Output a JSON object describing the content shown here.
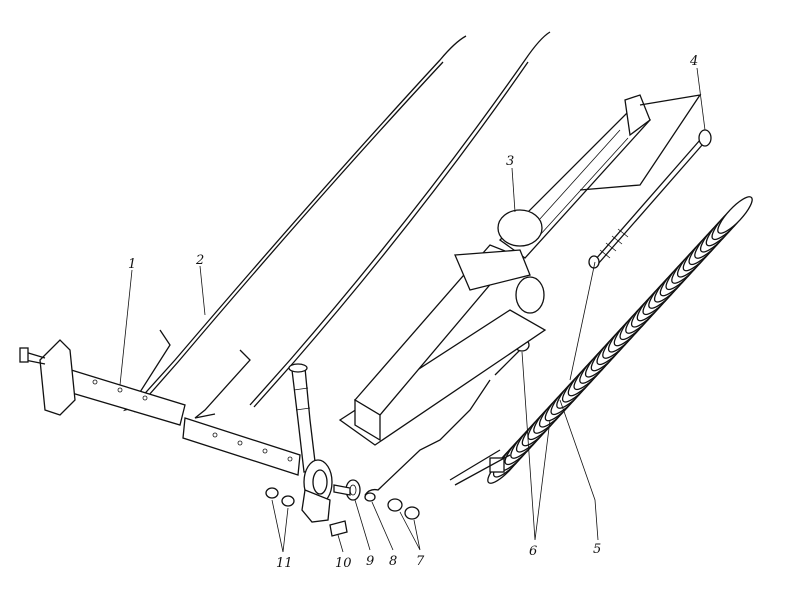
{
  "figure": {
    "type": "exploded-view technical drawing",
    "callouts": [
      {
        "id": "1",
        "label": "1"
      },
      {
        "id": "2",
        "label": "2"
      },
      {
        "id": "3",
        "label": "3"
      },
      {
        "id": "4",
        "label": "4"
      },
      {
        "id": "5",
        "label": "5"
      },
      {
        "id": "6",
        "label": "6"
      },
      {
        "id": "7",
        "label": "7"
      },
      {
        "id": "8",
        "label": "8"
      },
      {
        "id": "9",
        "label": "9"
      },
      {
        "id": "10",
        "label": "10"
      },
      {
        "id": "11",
        "label": "11"
      }
    ]
  },
  "colors": {
    "ink": "#111111",
    "paper": "#ffffff"
  }
}
